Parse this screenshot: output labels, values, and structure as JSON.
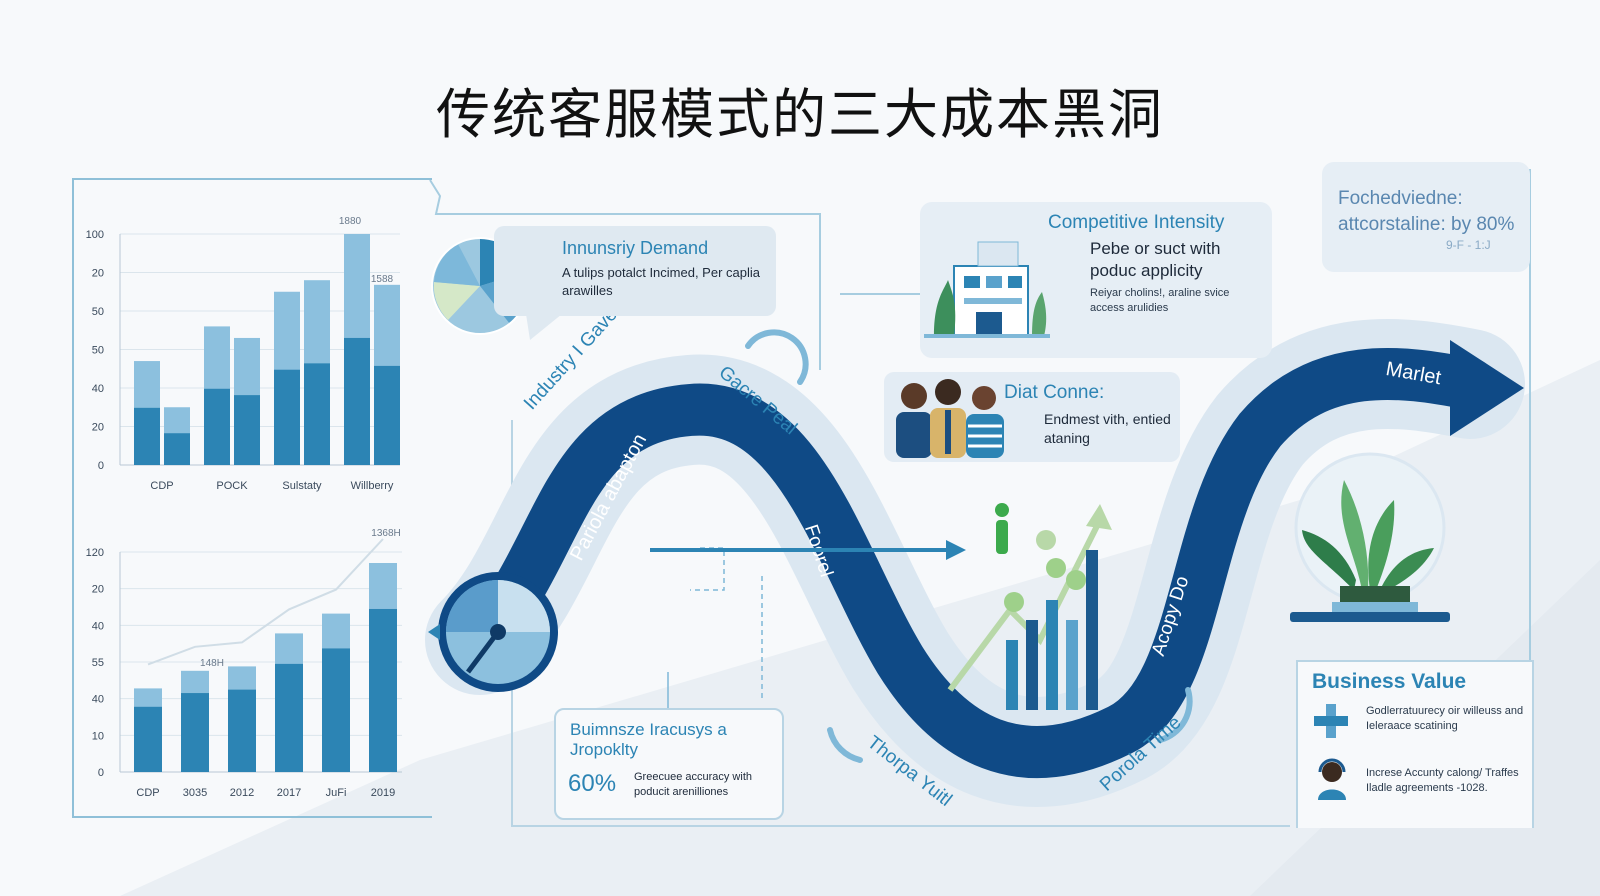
{
  "title": "传统客服模式的三大成本黑洞",
  "colors": {
    "accent": "#2c84b4",
    "dark_blue": "#0e3f74",
    "light_blue": "#7fb8d8",
    "panel_bg": "#e3ecf4"
  },
  "chart_data": [
    {
      "type": "bar",
      "categories": [
        "CDP",
        "POCK",
        "Sulstaty",
        "Willberry"
      ],
      "series": [
        {
          "values": [
            45,
            60,
            75,
            100
          ]
        },
        {
          "values": [
            25,
            55,
            80,
            78
          ]
        }
      ],
      "yticks": [
        "100",
        "20",
        "50",
        "50",
        "40",
        "20",
        "0"
      ],
      "annotations": [
        "1880",
        "1588"
      ]
    },
    {
      "type": "bar",
      "categories": [
        "CDP",
        "3035",
        "2012",
        "2017",
        "JuFi",
        "2019"
      ],
      "values": [
        38,
        46,
        48,
        63,
        72,
        95
      ],
      "yticks": [
        "120",
        "20",
        "40",
        "55",
        "40",
        "10",
        "0"
      ],
      "annotations": [
        "148H",
        "1368H"
      ]
    }
  ],
  "demand": {
    "heading": "Innunsriy Demand",
    "text": "A tulips potalct Incimed, Per caplia arawilles"
  },
  "competitive": {
    "heading": "Competitive Intensity",
    "subtext": "Pebe or suct with poduc applicity",
    "detail": "Reiyar cholins!, araline svice access arulidies"
  },
  "data_conne": {
    "heading": "Diat Conne:",
    "text": "Endmest vith, entied ataning"
  },
  "top_right": {
    "text": "Fochedviedne: attcorstaline: by 80%",
    "suffix": "9-F - 1:J"
  },
  "wave_labels": {
    "industry": "Industry I Gave",
    "gacre": "Gacre Peal",
    "pariola": "Pariola abapton",
    "foorel": "Foorel",
    "acopy": "Acopy Do",
    "market": "Marlet",
    "thorpa": "Thorpa Yuitl",
    "porola": "Porola Time"
  },
  "bottom_box": {
    "heading": "Buimnsze Iracusys a Jropoklty",
    "percent": "60%",
    "text": "Greecuee accuracy with poducit arenilliones"
  },
  "business_value": {
    "heading": "Business Value",
    "item1": "Godlerratuurecy oir willeuss and Ieleraace scatining",
    "item2": "Increse Accunty calong/ Traffes Iladle agreements -1028."
  }
}
